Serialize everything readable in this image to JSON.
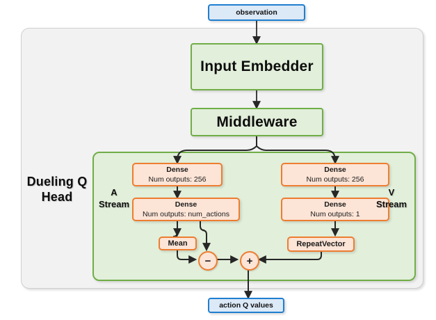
{
  "diagram": {
    "title_label": "Dueling Q Head",
    "streams": {
      "a_line1": "A",
      "a_line2": "Stream",
      "v_line1": "V",
      "v_line2": "Stream"
    },
    "io": {
      "input_label": "observation",
      "output_label": "action Q values"
    },
    "backbone": {
      "input_embedder": "Input Embedder",
      "middleware": "Middleware"
    },
    "a_stream": {
      "dense1_title": "Dense",
      "dense1_sub": "Num outputs: 256",
      "dense2_title": "Dense",
      "dense2_sub": "Num outputs: num_actions",
      "mean_label": "Mean"
    },
    "v_stream": {
      "dense1_title": "Dense",
      "dense1_sub": "Num outputs: 256",
      "dense2_title": "Dense",
      "dense2_sub": "Num outputs: 1",
      "repeat_label": "RepeatVector"
    },
    "operators": {
      "subtract": "−",
      "add": "+"
    },
    "colors": {
      "panel_outer_fill": "#f2f2f2",
      "panel_outer_border": "#d0d0d0",
      "green_fill": "#e2efda",
      "green_border": "#70ad47",
      "orange_fill": "#fce4d6",
      "orange_border": "#ed7d31",
      "blue_fill": "#dce9f7",
      "blue_border": "#1f7fd0",
      "wire": "#262626"
    }
  }
}
